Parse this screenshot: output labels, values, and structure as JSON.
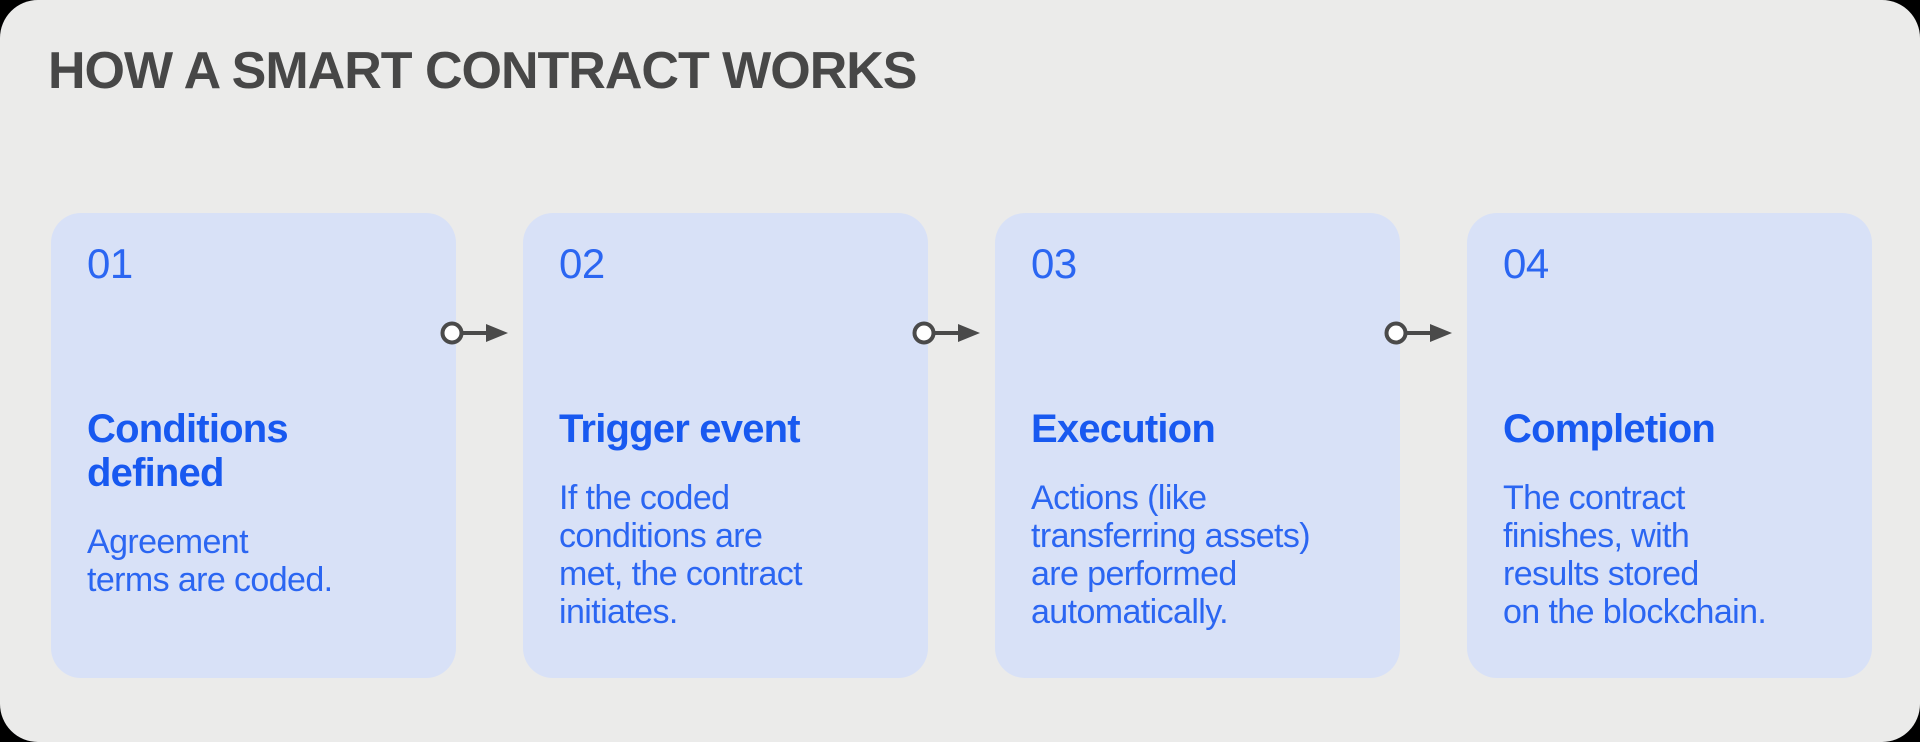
{
  "page": {
    "title": "HOW A SMART CONTRACT WORKS"
  },
  "steps": [
    {
      "number": "01",
      "heading": "Conditions\ndefined",
      "body": "Agreement\nterms are coded."
    },
    {
      "number": "02",
      "heading": "Trigger event",
      "body": "If the coded\nconditions are\nmet, the contract\ninitiates."
    },
    {
      "number": "03",
      "heading": "Execution",
      "body": "Actions (like\ntransferring assets)\nare performed\nautomatically."
    },
    {
      "number": "04",
      "heading": "Completion",
      "body": "The contract\nfinishes, with\nresults stored\non the blockchain."
    }
  ],
  "icons": {
    "connector": "circle-line-arrow-right-icon"
  },
  "colors": {
    "outer_bg": "#000000",
    "canvas_bg": "#EBEBEA",
    "title_color": "#474747",
    "card_bg": "#D8E1F7",
    "accent_blue": "#1859F0",
    "body_blue": "#2B66F2",
    "arrow_gray": "#4A4A4A",
    "arrow_circle_fill": "#FFFFFF"
  }
}
